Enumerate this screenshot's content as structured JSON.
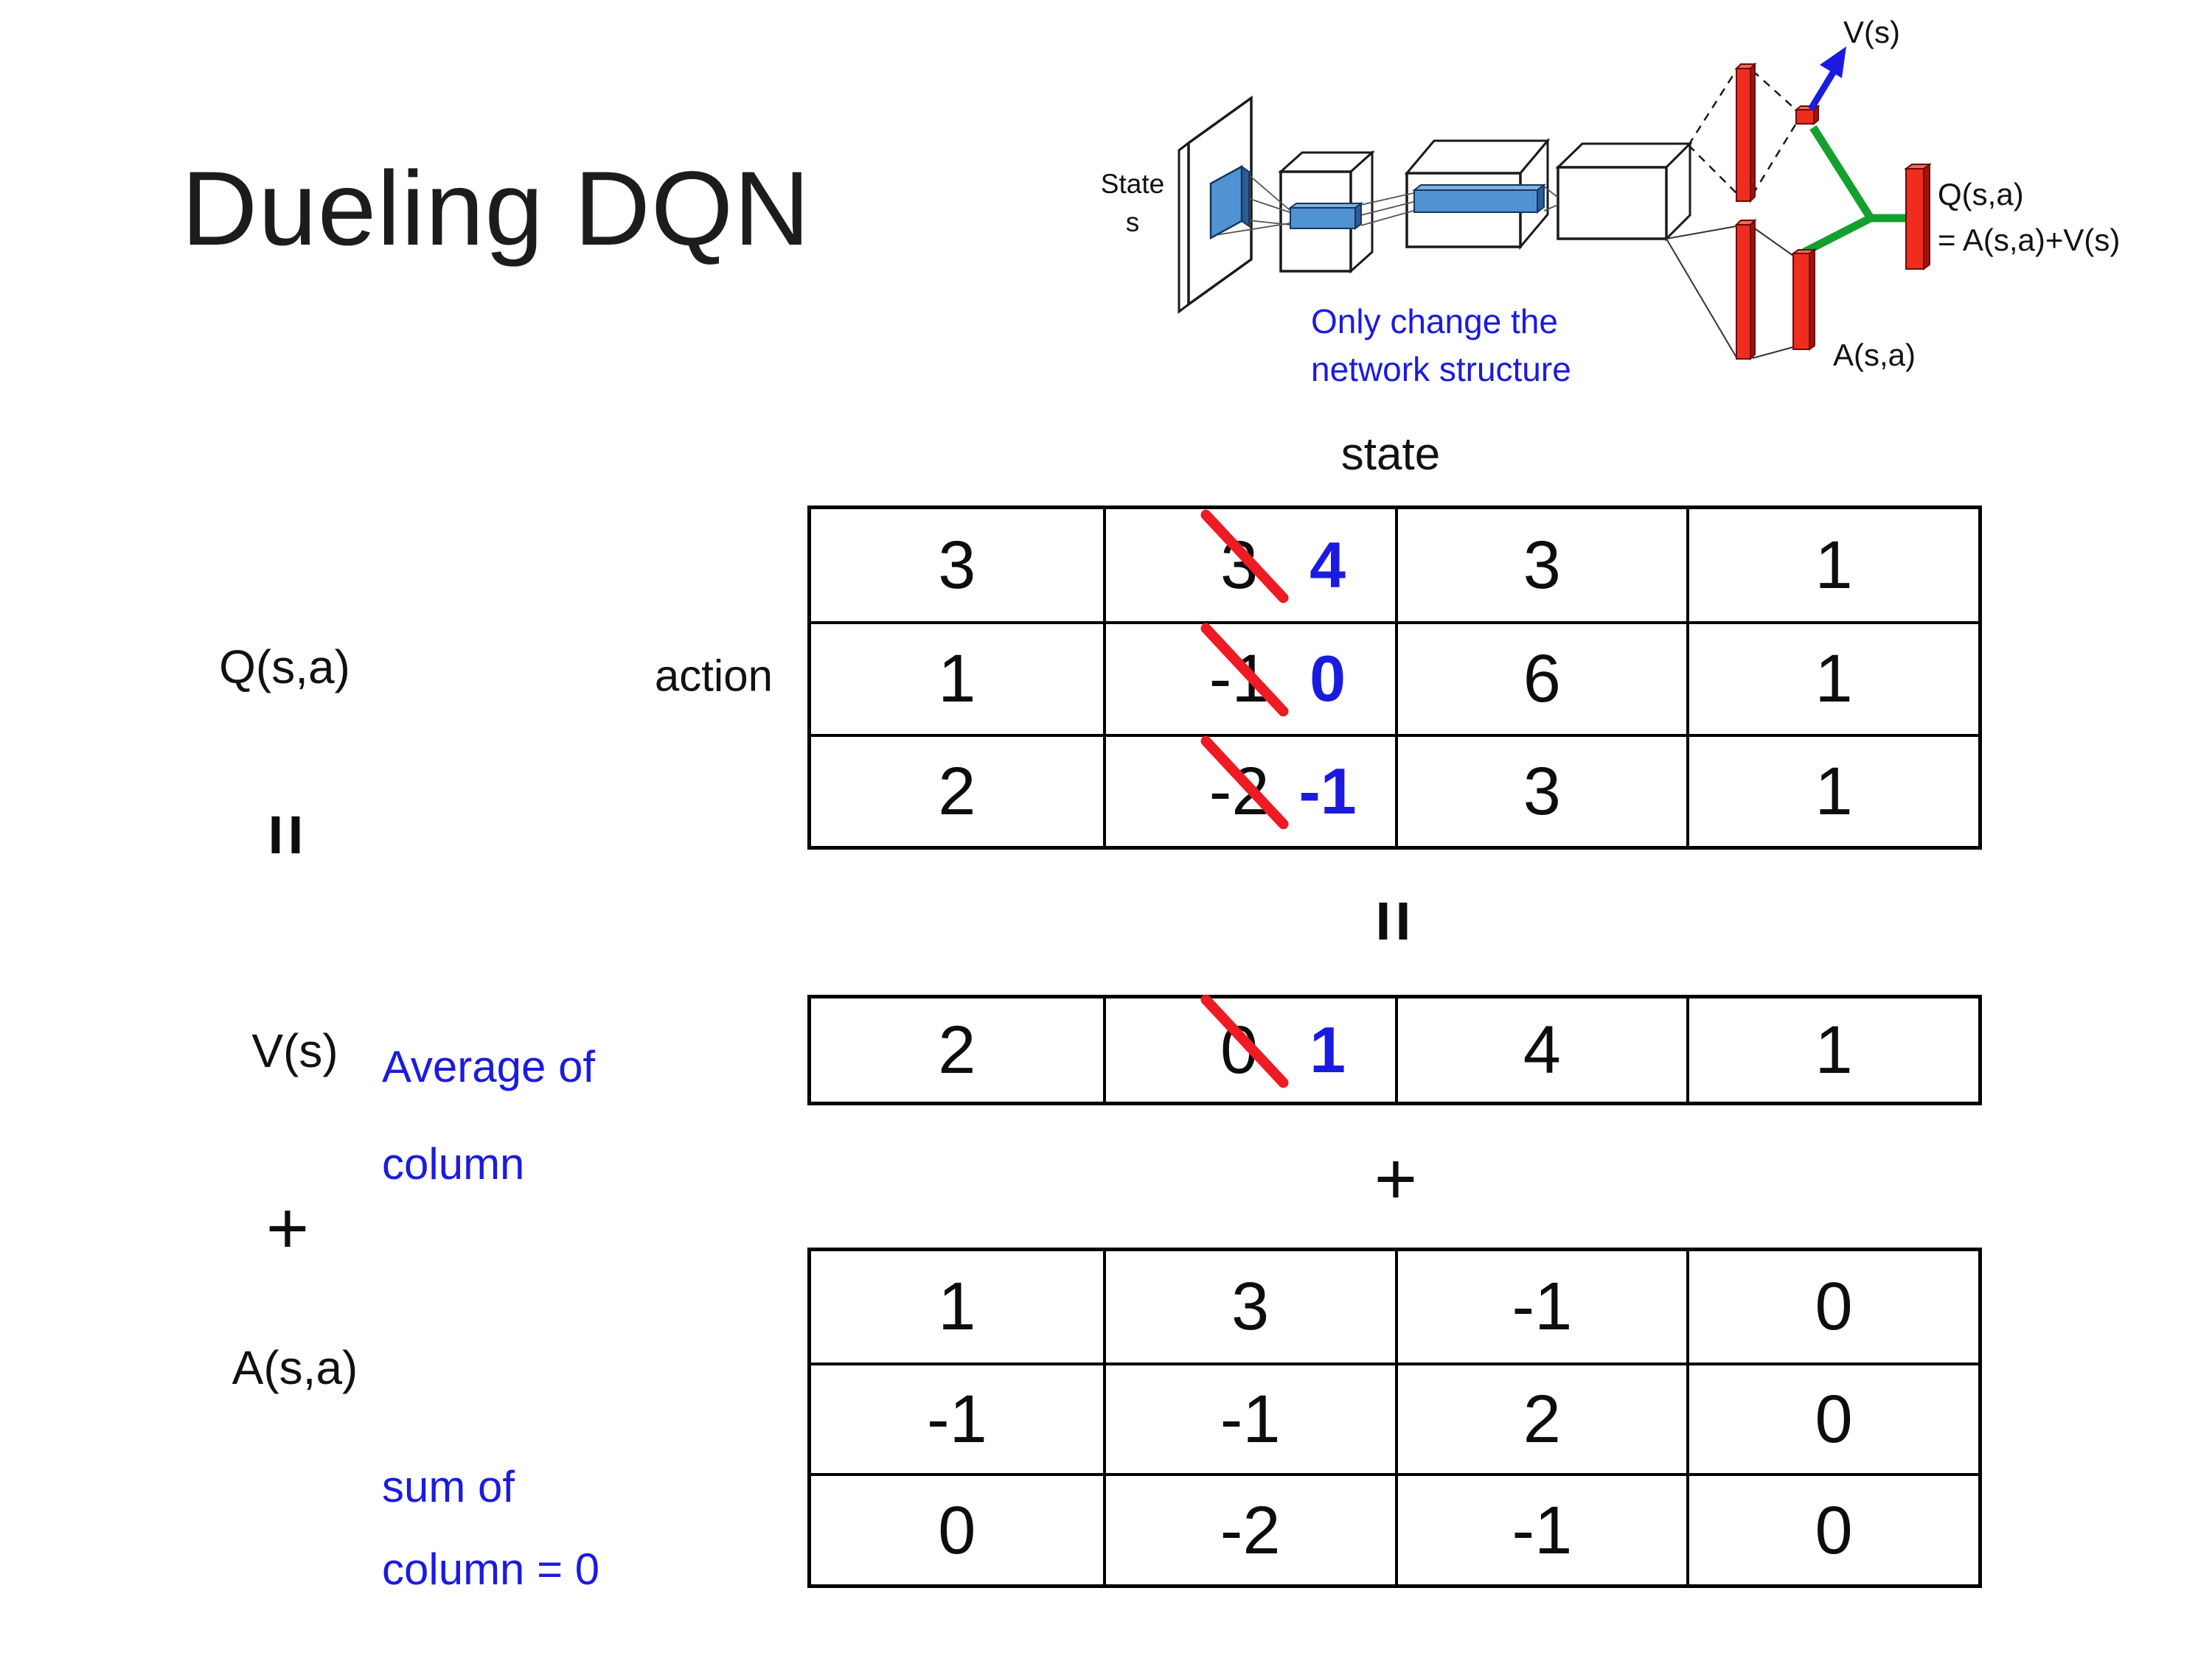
{
  "slide": {
    "title": "Dueling DQN"
  },
  "network_diagram": {
    "input_label_line1": "State",
    "input_label_line2": "s",
    "note_line1": "Only change the",
    "note_line2": "network structure",
    "v_output_label": "V(s)",
    "a_output_label": "A(s,a)",
    "q_output_label_line1": "Q(s,a)",
    "q_output_label_line2": "= A(s,a)+V(s)",
    "colors": {
      "conv_box_blue": "#4f93d2",
      "bar_red": "#ee2d1f",
      "connector_green": "#14a02e",
      "arrow_blue": "#1b1be0"
    }
  },
  "equation": {
    "q_label": "Q(s,a)",
    "equals_left": "=",
    "equals_center": "=",
    "v_label": "V(s)",
    "plus_left": "+",
    "plus_center": "+",
    "a_label": "A(s,a)",
    "state_header": "state",
    "action_label": "action",
    "v_note_line1": "Average of",
    "v_note_line2": "column",
    "a_note_line1": "sum of",
    "a_note_line2": "column = 0"
  },
  "q_table": {
    "rows": [
      [
        "3",
        {
          "old": "3",
          "new": "4"
        },
        "3",
        "1"
      ],
      [
        "1",
        {
          "old": "-1",
          "new": "0"
        },
        "6",
        "1"
      ],
      [
        "2",
        {
          "old": "-2",
          "new": "-1"
        },
        "3",
        "1"
      ]
    ]
  },
  "v_table": {
    "row": [
      "2",
      {
        "old": "0",
        "new": "1"
      },
      "4",
      "1"
    ]
  },
  "a_table": {
    "rows": [
      [
        "1",
        "3",
        "-1",
        "0"
      ],
      [
        "-1",
        "-1",
        "2",
        "0"
      ],
      [
        "0",
        "-2",
        "-1",
        "0"
      ]
    ]
  },
  "annotation_colors": {
    "crossed_out_red": "#ee1b24",
    "replacement_blue": "#1b1be0"
  }
}
